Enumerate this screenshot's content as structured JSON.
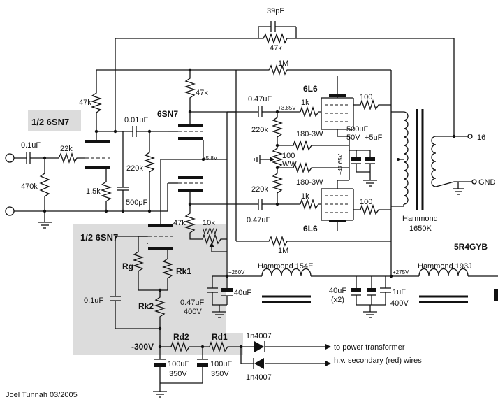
{
  "labels": {
    "c_fb": "39pF",
    "r_fb": "47k",
    "half_tube_top": "1/2 6SN7",
    "half_tube_bottom": "1/2 6SN7",
    "tube_6sn7": "6SN7",
    "tube_6l6_top": "6L6",
    "tube_6l6_bottom": "6L6",
    "rect_tube": "5R4GYB",
    "r_1m_top": "1M",
    "r_1m_bottom": "1M",
    "c_in": "0.1uF",
    "r_22k": "22k",
    "r_470k": "470k",
    "r_47k_left": "47k",
    "r_1k5": "1.5k",
    "c_500pf": "500pF",
    "c_001": "0.01uF",
    "r_220k_grid": "220k",
    "r_47k_plate": "47k",
    "v_58": "+5.8V",
    "r_47k_lower": "47k",
    "pot_10k": "10k",
    "pot_ww": "WW",
    "c_047_top": "0.47uF",
    "c_047_bottom": "0.47uF",
    "v_385": "+3.85V",
    "r_220k_top": "220k",
    "r_220k_bottom": "220k",
    "r_180_top": "180-3W",
    "r_180_bottom": "180-3W",
    "pot_100": "100",
    "pot_100_ww": "WW",
    "r_1k_top": "1k",
    "r_1k_bottom": "1k",
    "r_100_top": "100",
    "r_100_bottom": "100",
    "c_500uf_a": "500uF",
    "c_500uf_b": "50V",
    "c_5uf": "+5uF",
    "v_4765": "+47.65V",
    "transformer": "Hammond",
    "transformer_model": "1650K",
    "tap_16": "16",
    "tap_gnd": "GND",
    "v_260": "+260V",
    "choke_154e": "Hammond 154E",
    "c_40uf_a": "40uF",
    "c_047_psu_a": "0.47uF",
    "c_047_psu_b": "400V",
    "v_275": "+275V",
    "choke_193j": "Hammond 193J",
    "c_40uf_x2_a": "40uF",
    "c_40uf_x2_b": "(x2)",
    "c_1uf_a": "1uF",
    "c_1uf_b": "400V",
    "r_rg": "Rg",
    "r_rk1": "Rk1",
    "r_rk2": "Rk2",
    "c_01_lower": "0.1uF",
    "v_neg300": "-300V",
    "r_rd2": "Rd2",
    "r_rd1": "Rd1",
    "d_top": "1n4007",
    "d_bottom": "1n4007",
    "note_line1": "to power transformer",
    "note_line2": "h.v. secondary (red) wires",
    "c_100uf_a1": "100uF",
    "c_100uf_a2": "350V",
    "c_100uf_b1": "100uF",
    "c_100uf_b2": "350V",
    "author": "Joel Tunnah 03/2005"
  },
  "colors": {
    "wire": "#111111",
    "highlight_box": "#dcdcdc",
    "background": "#ffffff"
  }
}
